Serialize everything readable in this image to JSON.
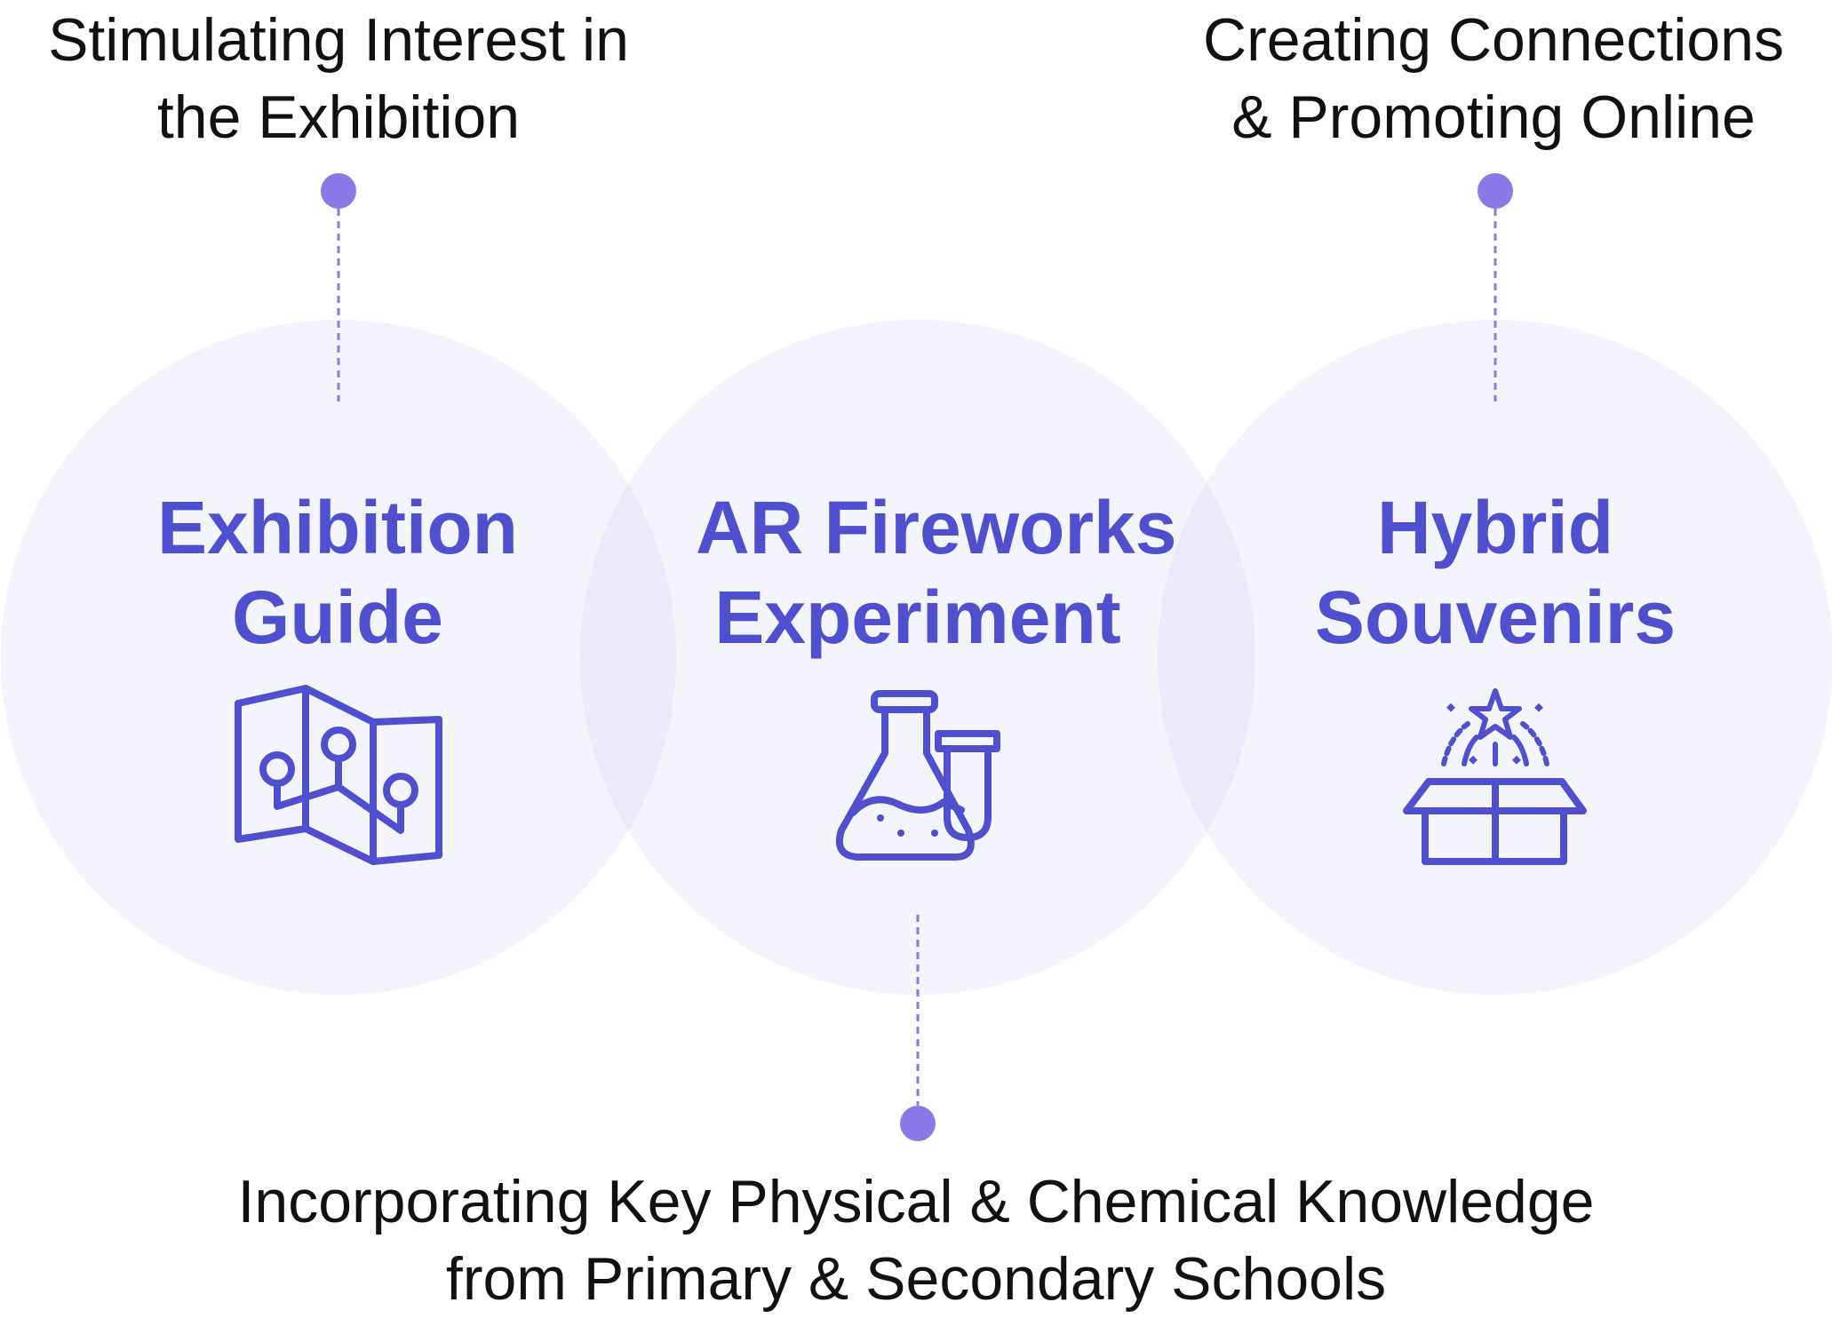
{
  "annotations": {
    "left": {
      "line1": "Stimulating Interest in",
      "line2": "the Exhibition"
    },
    "right": {
      "line1": "Creating Connections",
      "line2": "& Promoting Online"
    },
    "bottom": {
      "line1": "Incorporating Key Physical & Chemical Knowledge",
      "line2": "from Primary & Secondary Schools"
    }
  },
  "circles": {
    "left": {
      "line1": "Exhibition",
      "line2": "Guide",
      "icon": "map-icon"
    },
    "center": {
      "line1": "AR Fireworks",
      "line2": "Experiment",
      "icon": "flask-icon"
    },
    "right": {
      "line1": "Hybrid",
      "line2": "Souvenirs",
      "icon": "gift-box-icon"
    }
  },
  "colors": {
    "accent": "#4f4fd0",
    "dot": "#8a78e8",
    "circle_fill": "#b3b3ec",
    "text": "#111111"
  }
}
